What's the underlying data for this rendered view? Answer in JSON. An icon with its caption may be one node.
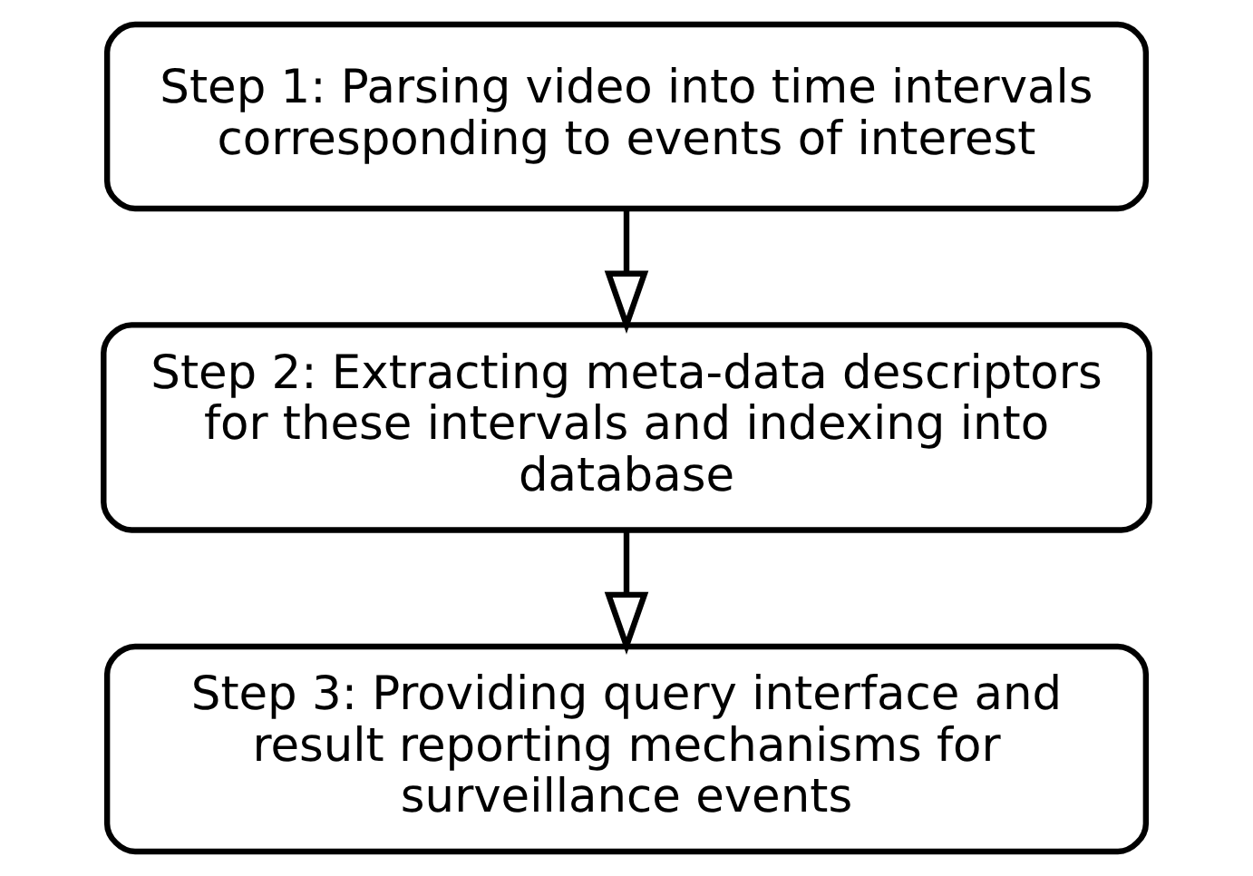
{
  "diagram": {
    "nodes": [
      {
        "text": [
          "Step 1: Parsing video into time intervals corresponding to events of interest"
        ]
      },
      {
        "text": [
          "Step 2: Extracting meta-data descriptors for these intervals and indexing into database"
        ]
      },
      {
        "text": [
          "Step 3: Providing query interface and result reporting mechanisms for surveillance events"
        ]
      }
    ],
    "edges": [
      {
        "from": 0,
        "to": 1,
        "arrow": "to"
      },
      {
        "from": 1,
        "to": 2,
        "arrow": "to"
      }
    ]
  }
}
